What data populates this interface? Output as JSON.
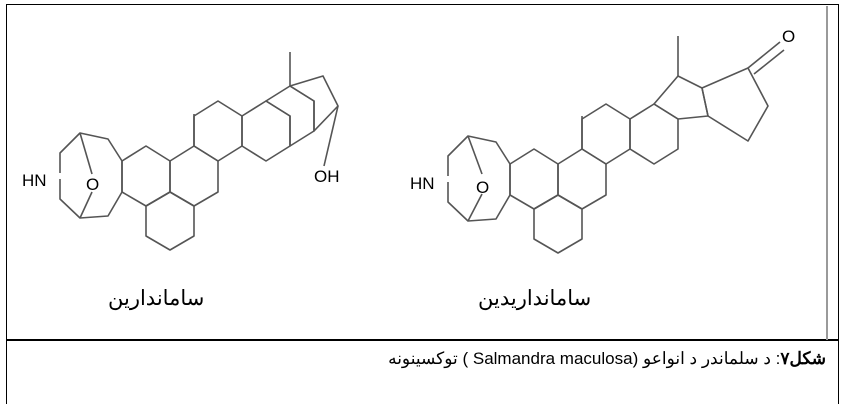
{
  "figure": {
    "structures": [
      {
        "name": "ساماندارین",
        "atoms": {
          "amine": "HN",
          "ether": "O",
          "hydroxyl": "OH"
        }
      },
      {
        "name": "سامانداریدین",
        "atoms": {
          "amine": "HN",
          "ether": "O",
          "ketone": "O"
        }
      }
    ],
    "caption_prefix": "شکل۷",
    "caption_text": ": د سلماندر د انواعو (Salmandra maculosa ) توکسینونه"
  },
  "colors": {
    "bond": "#555555",
    "text": "#000000",
    "border": "#000000"
  }
}
